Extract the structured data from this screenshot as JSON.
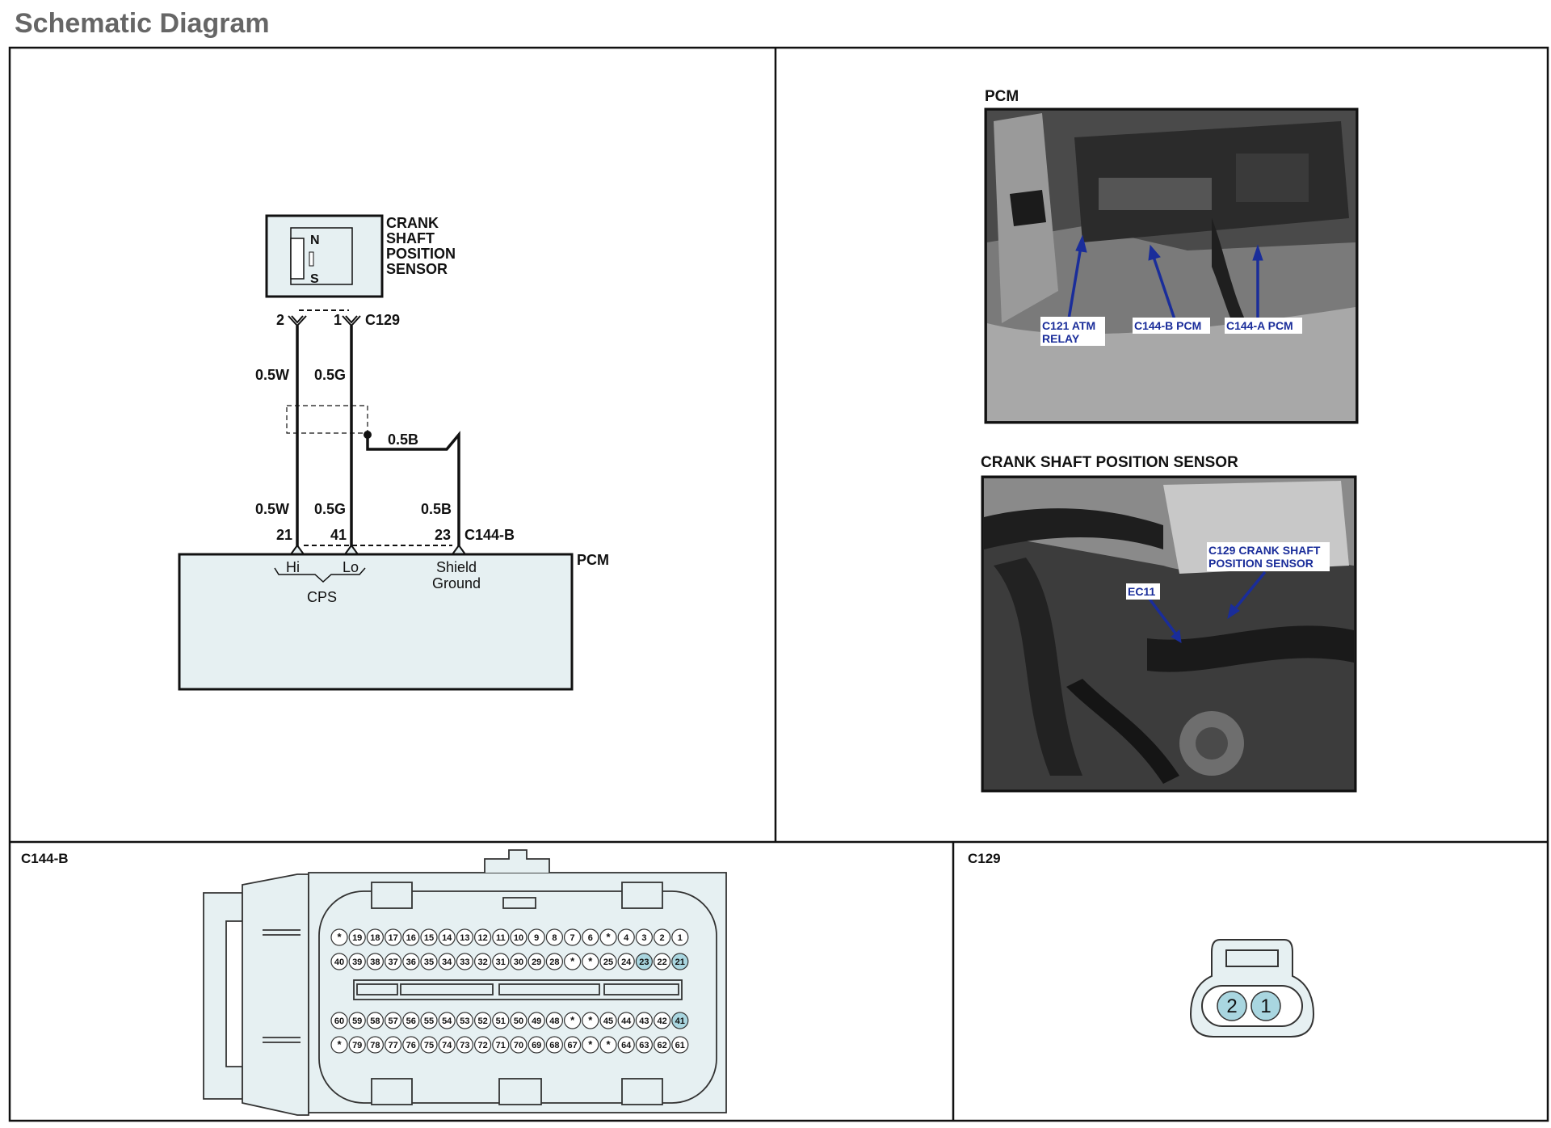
{
  "title": "Schematic Diagram",
  "schematic": {
    "sensor_label": [
      "CRANK",
      "SHAFT",
      "POSITION",
      "SENSOR"
    ],
    "pole_n": "N",
    "pole_s": "S",
    "sensor_connector": "C129",
    "sensor_pin_left": "2",
    "sensor_pin_right": "1",
    "wire_white_upper": "0.5W",
    "wire_green_upper": "0.5G",
    "wire_black_upper": "0.5B",
    "wire_white_lower": "0.5W",
    "wire_green_lower": "0.5G",
    "wire_black_lower": "0.5B",
    "pcm_pin_hi": "21",
    "pcm_pin_lo": "41",
    "pcm_pin_shield": "23",
    "pcm_connector": "C144-B",
    "pcm_label": "PCM",
    "hi_label": "Hi",
    "lo_label": "Lo",
    "cps_label": "CPS",
    "shield_label_1": "Shield",
    "shield_label_2": "Ground"
  },
  "locations": {
    "pcm_photo_title": "PCM",
    "pcm_callouts": [
      "C121 ATM",
      "RELAY",
      "C144-B PCM",
      "C144-A PCM"
    ],
    "sensor_photo_title": "CRANK SHAFT POSITION SENSOR",
    "sensor_callouts": [
      "C129 CRANK SHAFT",
      "POSITION SENSOR",
      "EC11"
    ]
  },
  "connector_c144b": {
    "label": "C144-B",
    "row1": [
      "*",
      "19",
      "18",
      "17",
      "16",
      "15",
      "14",
      "13",
      "12",
      "11",
      "10",
      "9",
      "8",
      "7",
      "6",
      "*",
      "4",
      "3",
      "2",
      "1"
    ],
    "row2": [
      "40",
      "39",
      "38",
      "37",
      "36",
      "35",
      "34",
      "33",
      "32",
      "31",
      "30",
      "29",
      "28",
      "*",
      "*",
      "25",
      "24",
      "23",
      "22",
      "21"
    ],
    "row3": [
      "60",
      "59",
      "58",
      "57",
      "56",
      "55",
      "54",
      "53",
      "52",
      "51",
      "50",
      "49",
      "48",
      "*",
      "*",
      "45",
      "44",
      "43",
      "42",
      "41"
    ],
    "row4": [
      "*",
      "79",
      "78",
      "77",
      "76",
      "75",
      "74",
      "73",
      "72",
      "71",
      "70",
      "69",
      "68",
      "67",
      "*",
      "*",
      "64",
      "63",
      "62",
      "61"
    ],
    "highlighted_pins": [
      "21",
      "23",
      "41"
    ],
    "highlight_color": "#a9d6e0"
  },
  "connector_c129": {
    "label": "C129",
    "pins": [
      "2",
      "1"
    ],
    "highlight_color": "#a9d6e0"
  }
}
